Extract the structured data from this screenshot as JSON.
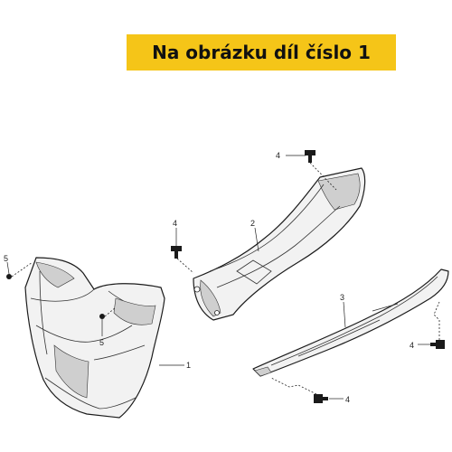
{
  "banner": {
    "text": "Na obrázku díl číslo 1",
    "color": "#f5c518"
  },
  "callouts": {
    "part1": "1",
    "part2": "2",
    "part3": "3",
    "screw4_top": "4",
    "screw4_mid": "4",
    "screw4_right": "4",
    "screw4_bottom": "4",
    "screw5_left": "5",
    "screw5_inner": "5"
  }
}
